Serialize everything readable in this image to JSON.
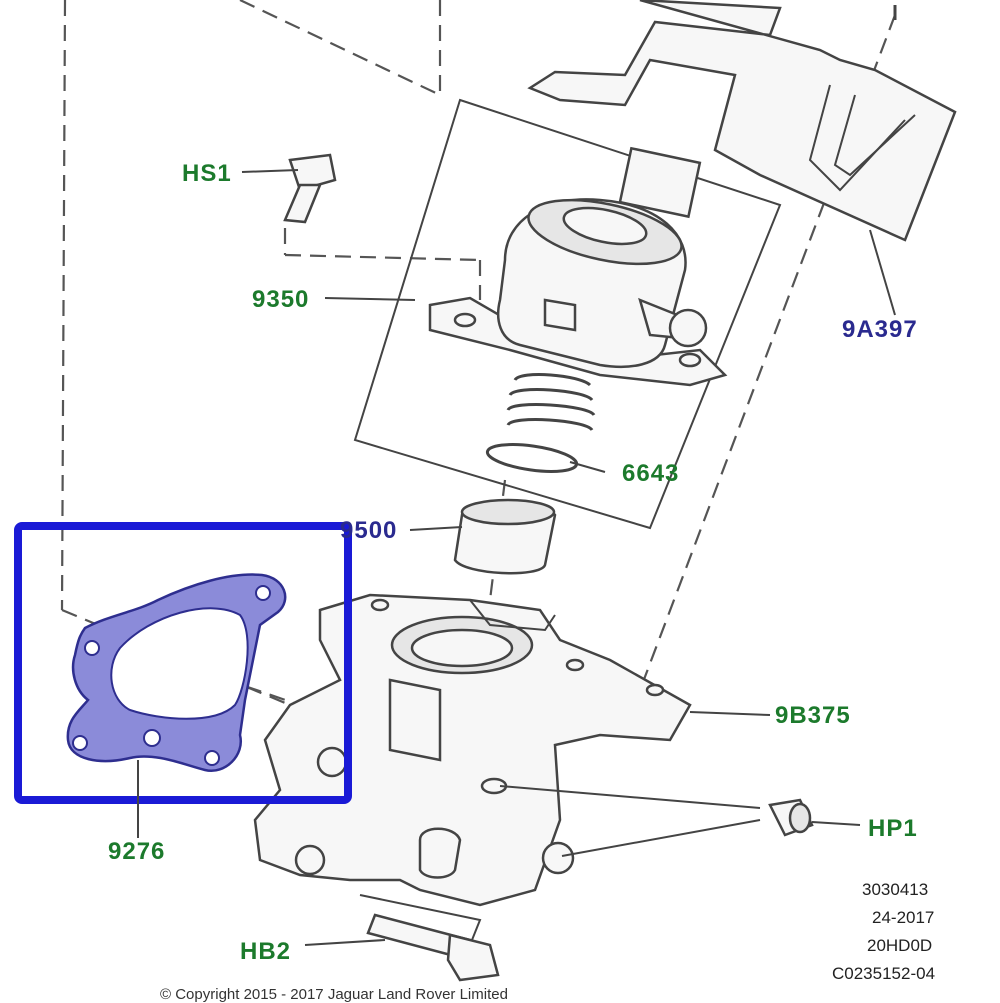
{
  "callouts": {
    "hs1": "HS1",
    "p9350": "9350",
    "p9a397": "9A397",
    "p6643": "6643",
    "p9500": "9500",
    "p9b375": "9B375",
    "hp1": "HP1",
    "p9276": "9276",
    "hb2": "HB2"
  },
  "meta": {
    "line1": "3030413",
    "line2": "24-2017",
    "line3": "20HD0D",
    "line4": "C0235152-04"
  },
  "footer": {
    "copyright": "© Copyright 2015 - 2017 Jaguar Land Rover Limited"
  },
  "colors": {
    "part_label": "#1c7a2c",
    "highlight_label": "#2a2a8f",
    "highlight_box": "#1a1ad6",
    "gasket_fill": "#8b8bd9"
  }
}
